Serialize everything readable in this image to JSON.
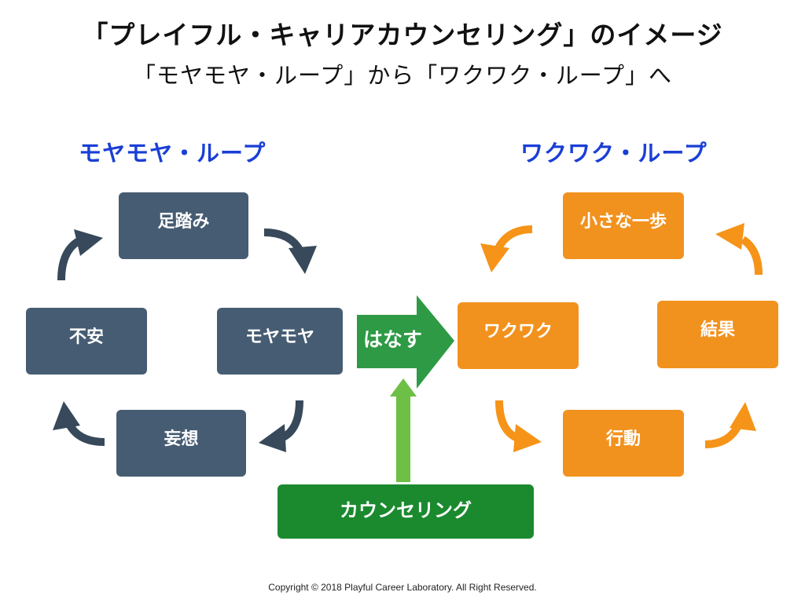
{
  "header": {
    "title": "「プレイフル・キャリアカウンセリング」のイメージ",
    "subtitle": "「モヤモヤ・ループ」から「ワクワク・ループ」へ"
  },
  "left_loop": {
    "title": "モヤモヤ・ループ",
    "color": "#465c72",
    "nodes": [
      "足踏み",
      "モヤモヤ",
      "妄想",
      "不安"
    ]
  },
  "right_loop": {
    "title": "ワクワク・ループ",
    "color": "#f2921e",
    "nodes": [
      "ワクワク",
      "行動",
      "結果",
      "小さな一歩"
    ]
  },
  "bridge": {
    "label": "はなす",
    "color": "#2e9a45"
  },
  "support": {
    "label": "カウンセリング",
    "color": "#1b8a2f",
    "arrow_color": "#6dbf45"
  },
  "footer": {
    "copyright": "Copyright © 2018 Playful Career Laboratory. All Right Reserved."
  }
}
